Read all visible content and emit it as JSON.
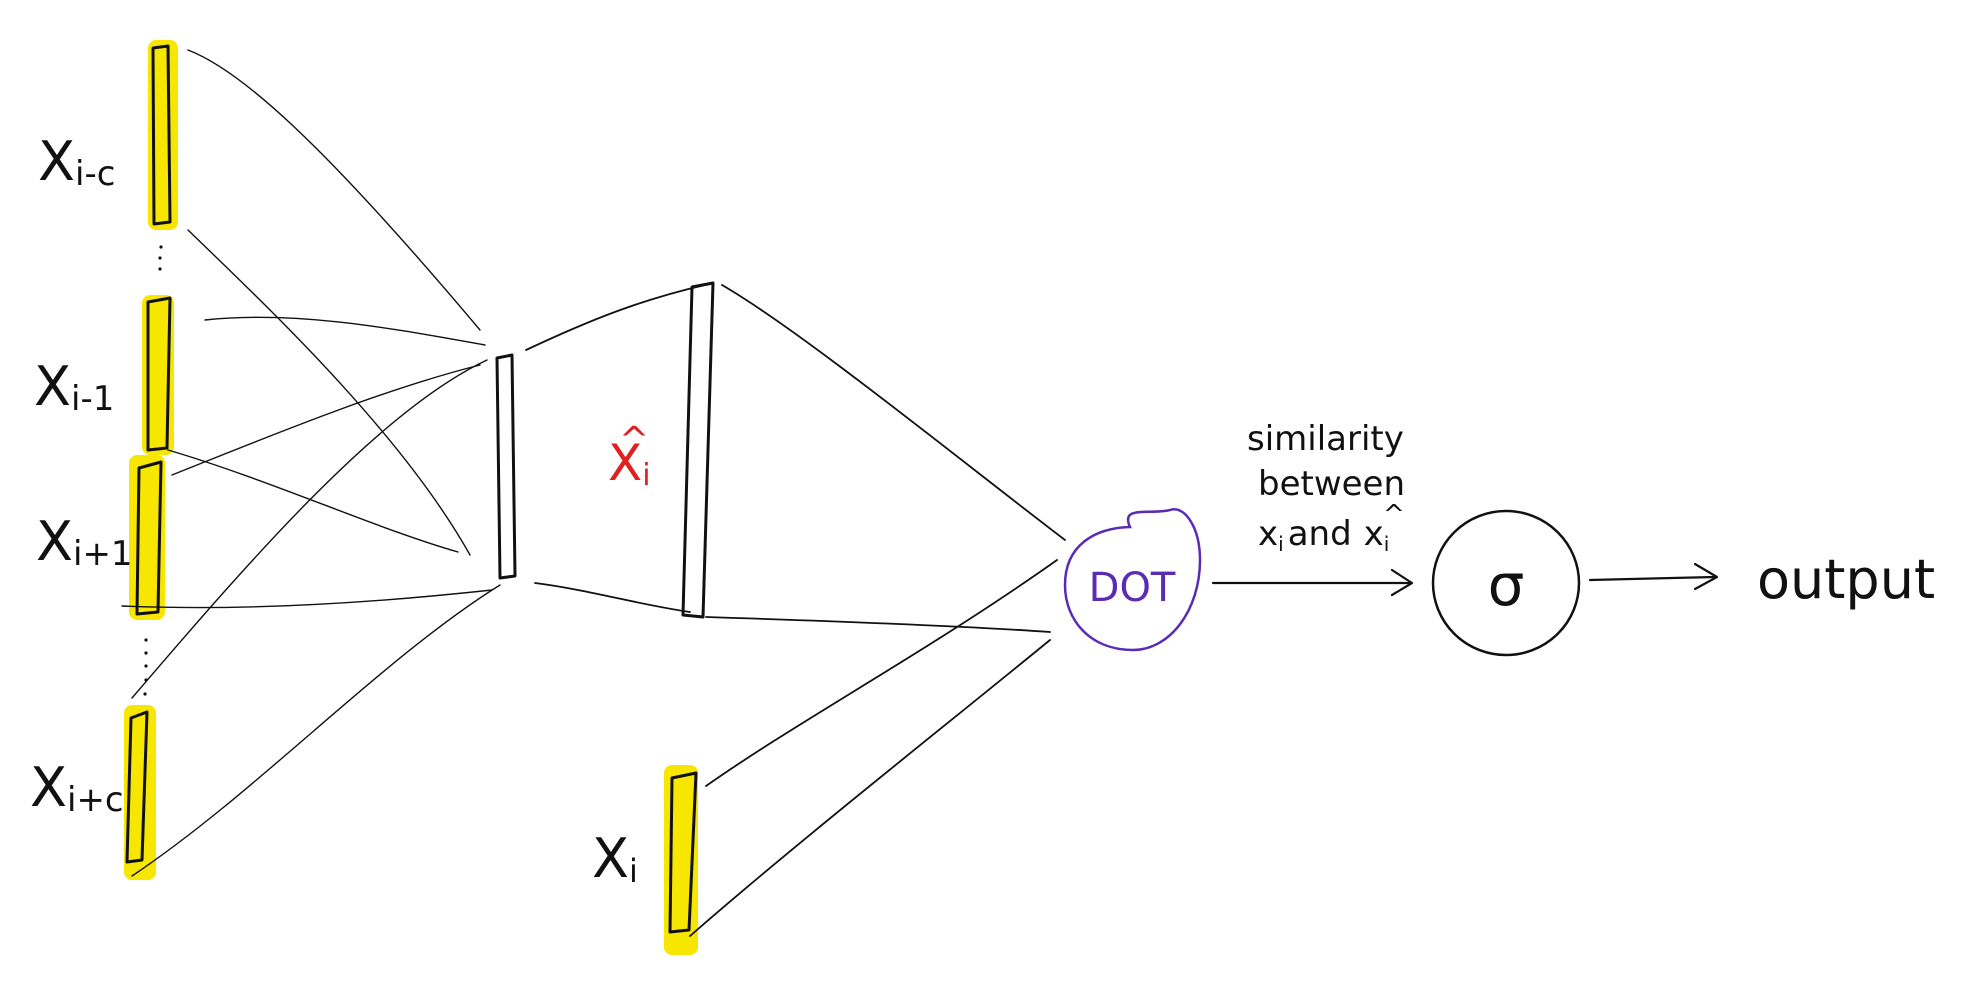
{
  "colors": {
    "ink": "#111111",
    "highlight": "#f7e600",
    "hat_red": "#e02020",
    "dot_purple": "#5a2bb5"
  },
  "inputs": {
    "x_i_minus_c": {
      "base": "X",
      "sub": "i-c"
    },
    "x_i_minus_1": {
      "base": "X",
      "sub": "i-1"
    },
    "x_i_plus_1": {
      "base": "X",
      "sub": "i+1"
    },
    "x_i_plus_c": {
      "base": "X",
      "sub": "i+c"
    }
  },
  "prediction": {
    "base": "X",
    "sub": "i",
    "hat": "^"
  },
  "target": {
    "base": "X",
    "sub": "i"
  },
  "dot_node": {
    "label": "DOT"
  },
  "annotation": {
    "line1": "similarity",
    "line2": "between",
    "line3_a": "x",
    "line3_sub": "i",
    "line3_b": "and",
    "line3_c": "x",
    "line3_c_sub": "i",
    "line3_c_hat": "^"
  },
  "sigma_node": {
    "label": "σ"
  },
  "output": {
    "label": "output"
  }
}
